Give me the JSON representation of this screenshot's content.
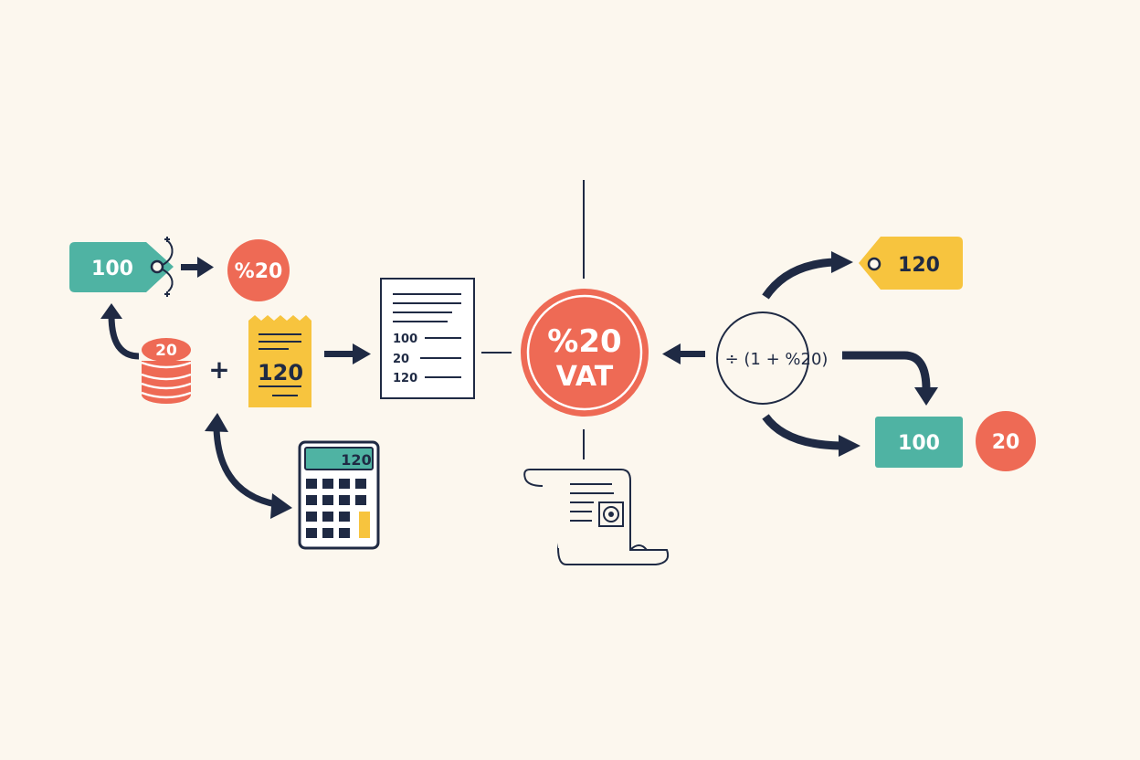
{
  "colors": {
    "background": "#fcf7ee",
    "teal": "#4fb3a3",
    "coral": "#ee6a55",
    "yellow": "#f7c43e",
    "navy": "#1f2a44",
    "paper": "#ffffff"
  },
  "left": {
    "price_tag": "100",
    "rate_badge": "%20",
    "coin_stack": "20",
    "plus": "+",
    "receipt_total": "120",
    "calculator_display": "120"
  },
  "center": {
    "invoice_lines": [
      "100",
      "20",
      "120"
    ],
    "vat_circle": {
      "rate": "%20",
      "label": "VAT"
    }
  },
  "right": {
    "division_formula": "÷ (1 + %20)",
    "gross_tag": "120",
    "net_box": "100",
    "tax_badge": "20"
  },
  "icons": {
    "price_tag": "price-tag-icon",
    "coins": "coin-stack-icon",
    "receipt": "receipt-icon",
    "calculator": "calculator-icon",
    "invoice": "invoice-document-icon",
    "scroll": "scroll-document-icon",
    "seal": "seal-icon"
  }
}
